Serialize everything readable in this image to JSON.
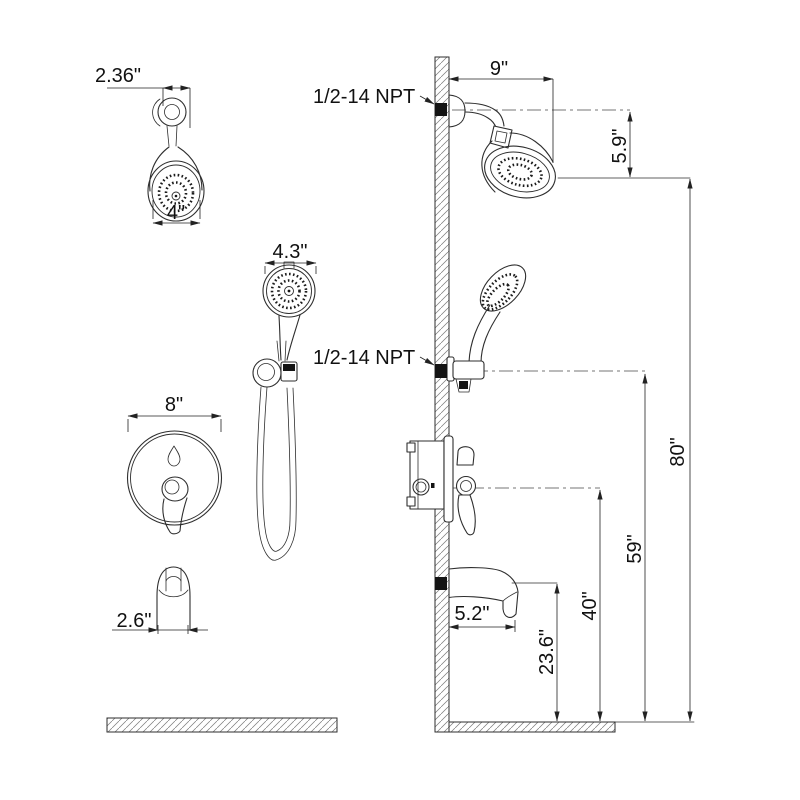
{
  "diagram": {
    "kind": "shower-system-installation-dimension-drawing",
    "background": "#ffffff",
    "line_color": "#2e2e2e"
  },
  "labels": {
    "npt_shower_arm": "1/2-14 NPT",
    "npt_hand_shower": "1/2-14 NPT"
  },
  "dims": {
    "head_offset": "2.36\"",
    "head_width": "4\"",
    "hand_width": "4.3\"",
    "trim_diameter": "8\"",
    "spout_width": "2.6\"",
    "arm_reach": "9\"",
    "head_drop": "5.9\"",
    "spout_reach": "5.2\"",
    "spout_height": "23.6\"",
    "valve_height": "40\"",
    "holder_height": "59\"",
    "overall_height": "80\""
  }
}
